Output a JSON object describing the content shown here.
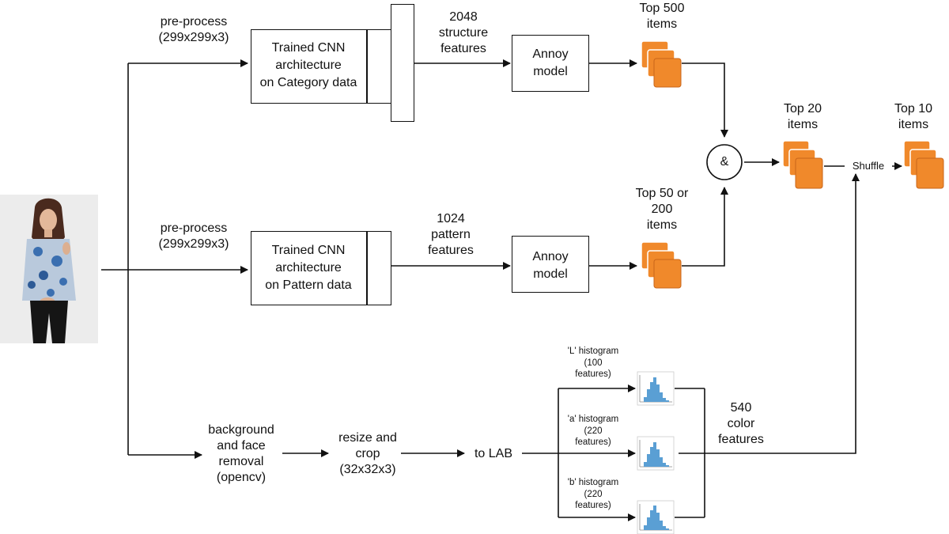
{
  "diagram": {
    "nodes": {
      "cnn_category": "Trained CNN\narchitecture\non Category data",
      "cnn_pattern": "Trained CNN\narchitecture\non Pattern data",
      "annoy_top": "Annoy\nmodel",
      "annoy_mid": "Annoy\nmodel",
      "and_op": "&"
    },
    "labels": {
      "preprocess_top": "pre-process\n(299x299x3)",
      "preprocess_mid": "pre-process\n(299x299x3)",
      "structure_features": "2048\nstructure\nfeatures",
      "pattern_features": "1024\npattern\nfeatures",
      "top500": "Top 500\nitems",
      "top50": "Top 50 or\n200\nitems",
      "top20": "Top 20\nitems",
      "top10": "Top 10\nitems",
      "shuffle": "Shuffle",
      "bg_removal": "background\nand face\nremoval\n(opencv)",
      "resize": "resize and\ncrop\n(32x32x3)",
      "to_lab": "to LAB",
      "l_hist": "'L' histogram\n(100\nfeatures)",
      "a_hist": "'a' histogram\n(220\nfeatures)",
      "b_hist": "'b' histogram\n(220\nfeatures)",
      "color_features": "540\ncolor\nfeatures"
    },
    "colors": {
      "item_orange": "#f0892b",
      "item_orange_dark": "#c9651a",
      "histogram_blue": "#5a9fd4",
      "dress_blue": "#3b6fb0"
    },
    "icons": [
      "input-photo-icon",
      "stacked-items-icon",
      "histogram-icon"
    ]
  }
}
